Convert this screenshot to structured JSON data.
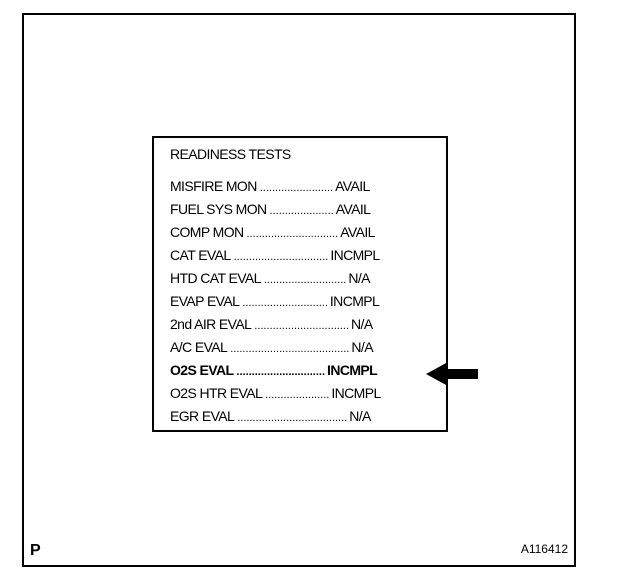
{
  "figure": {
    "corner_code": "P",
    "figure_id": "A116412"
  },
  "screen": {
    "title": "READINESS TESTS",
    "items": [
      {
        "name": "MISFIRE MON",
        "leader": "........................",
        "status": "AVAIL",
        "emphasized": false
      },
      {
        "name": "FUEL SYS MON",
        "leader": ".....................",
        "status": "AVAIL",
        "emphasized": false
      },
      {
        "name": "COMP MON",
        "leader": "..............................",
        "status": "AVAIL",
        "emphasized": false
      },
      {
        "name": "CAT EVAL",
        "leader": "...............................",
        "status": "INCMPL",
        "emphasized": false
      },
      {
        "name": "HTD CAT EVAL",
        "leader": "...........................",
        "status": "N/A",
        "emphasized": false
      },
      {
        "name": "EVAP EVAL",
        "leader": "............................",
        "status": "INCMPL",
        "emphasized": false
      },
      {
        "name": "2nd AIR EVAL",
        "leader": "...............................",
        "status": "N/A",
        "emphasized": false
      },
      {
        "name": "A/C EVAL",
        "leader": ".......................................",
        "status": "N/A",
        "emphasized": false
      },
      {
        "name": "O2S EVAL",
        "leader": ".............................",
        "status": "INCMPL",
        "emphasized": true
      },
      {
        "name": "O2S HTR EVAL",
        "leader": ".....................",
        "status": "INCMPL",
        "emphasized": false
      },
      {
        "name": "EGR EVAL",
        "leader": "....................................",
        "status": "N/A",
        "emphasized": false
      }
    ]
  },
  "pointer": {
    "icon": "arrow-left-icon",
    "target_item": "O2S EVAL"
  }
}
